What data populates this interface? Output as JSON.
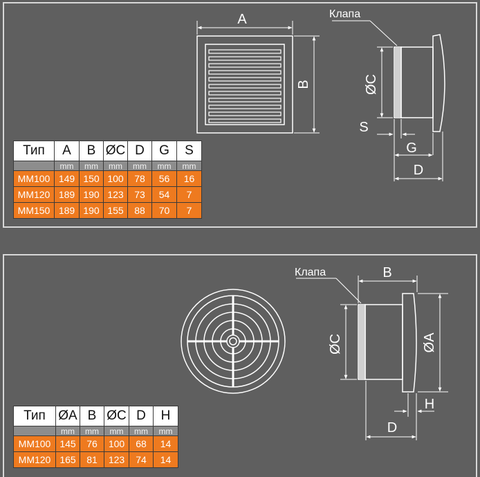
{
  "top": {
    "labels": {
      "a": "A",
      "b": "B",
      "c": "ØC",
      "s": "S",
      "g": "G",
      "d": "D",
      "valve": "Клапа"
    },
    "table": {
      "headers": [
        "Тип",
        "A",
        "B",
        "ØC",
        "D",
        "G",
        "S"
      ],
      "units": [
        "",
        "mm",
        "mm",
        "mm",
        "mm",
        "mm",
        "mm"
      ],
      "rows": [
        [
          "MM100",
          "149",
          "150",
          "100",
          "78",
          "56",
          "16"
        ],
        [
          "MM120",
          "189",
          "190",
          "123",
          "73",
          "54",
          "7"
        ],
        [
          "MM150",
          "189",
          "190",
          "155",
          "88",
          "70",
          "7"
        ]
      ]
    }
  },
  "bottom": {
    "labels": {
      "b": "B",
      "a": "ØA",
      "c": "ØC",
      "d": "D",
      "h": "H",
      "valve": "Клапа"
    },
    "table": {
      "headers": [
        "Тип",
        "ØA",
        "B",
        "ØC",
        "D",
        "H"
      ],
      "units": [
        "",
        "mm",
        "mm",
        "mm",
        "mm",
        "mm"
      ],
      "rows": [
        [
          "MM100",
          "145",
          "76",
          "100",
          "68",
          "14"
        ],
        [
          "MM120",
          "165",
          "81",
          "123",
          "74",
          "14"
        ]
      ]
    }
  },
  "colors": {
    "background": "#5f5f5f",
    "line": "#ffffff",
    "row": "#ee7a1f",
    "units_row": "#8d8d8d",
    "header_row": "#ffffff"
  }
}
